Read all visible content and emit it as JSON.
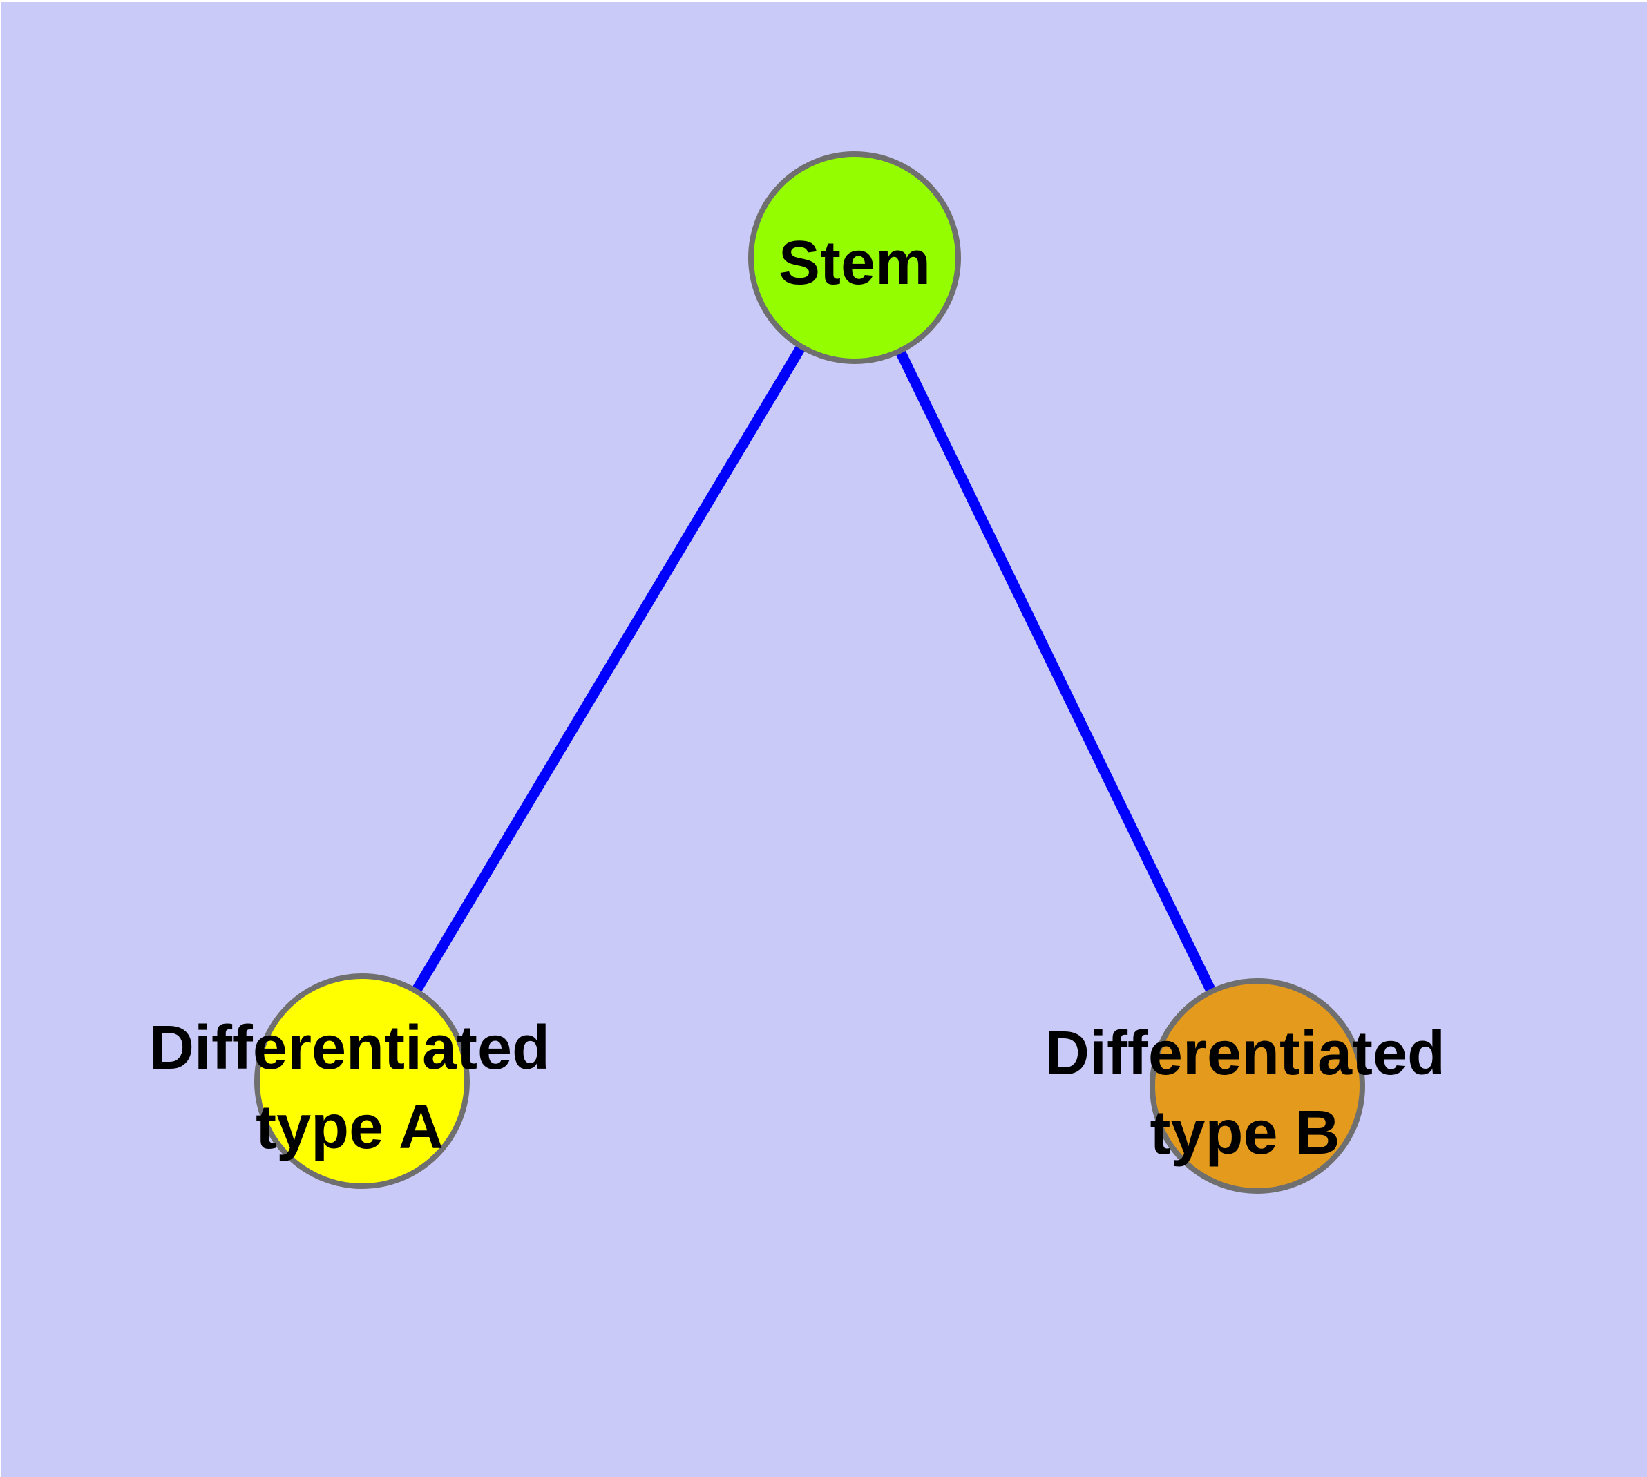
{
  "canvas": {
    "background_color": "#CACAF8",
    "margin_color": "#FFFFFF"
  },
  "graph": {
    "edge_color": "#0000FF",
    "node_border_color": "#6F6F6F",
    "label_color": "#000000",
    "nodes": [
      {
        "id": "stem",
        "lines": [
          "Stem"
        ],
        "fill": "#94FE00"
      },
      {
        "id": "type-a",
        "lines": [
          "Differentiated",
          "type A"
        ],
        "fill": "#FFFF00"
      },
      {
        "id": "type-b",
        "lines": [
          "Differentiated",
          "type B"
        ],
        "fill": "#E49B1D"
      }
    ],
    "edges": [
      {
        "from": "Stem",
        "to": "Differentiated type A"
      },
      {
        "from": "Stem",
        "to": "Differentiated type B"
      }
    ]
  }
}
